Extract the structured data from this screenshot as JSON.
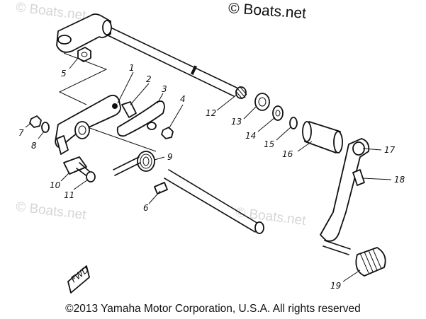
{
  "watermark": {
    "brand": "© Boats.net",
    "faint": "© Boats.net",
    "faint_short": "Boats.net"
  },
  "copyright": "©2013 Yamaha Motor Corporation, U.S.A. All rights reserved",
  "callouts": [
    "1",
    "2",
    "3",
    "4",
    "5",
    "6",
    "7",
    "8",
    "9",
    "10",
    "11",
    "12",
    "13",
    "14",
    "15",
    "16",
    "17",
    "18",
    "19"
  ],
  "direction_marker": "FWD"
}
